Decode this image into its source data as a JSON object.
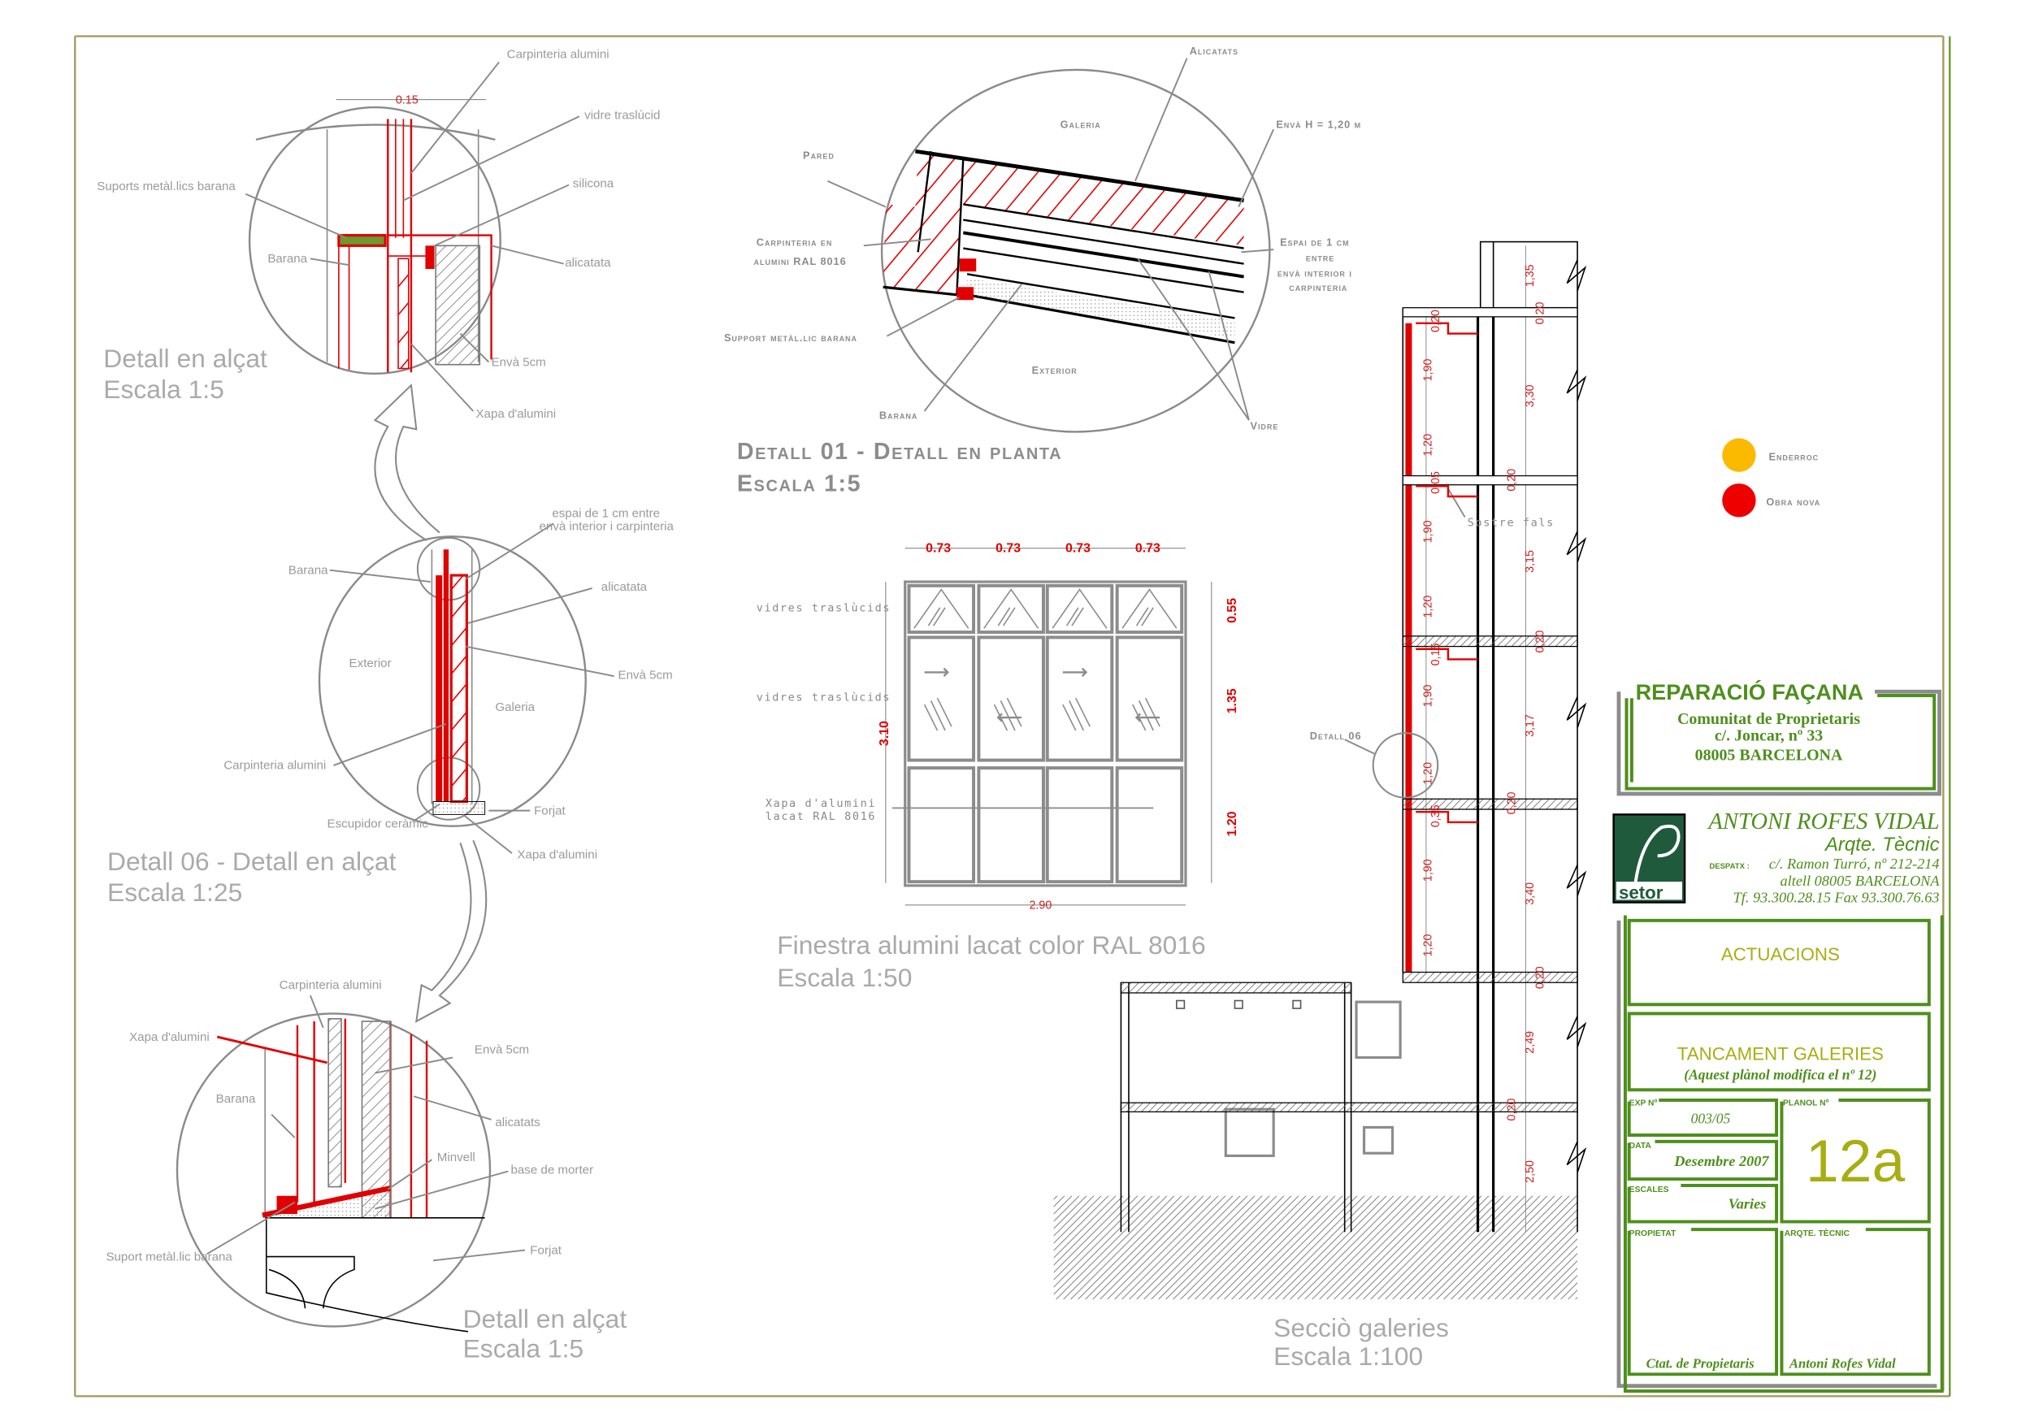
{
  "detail_top": {
    "labels": [
      "Carpinteria alumini",
      "vidre traslùcid",
      "Suports metàl.lics barana",
      "silicona",
      "Barana",
      "alicatata",
      "Envà 5cm",
      "Xapa d'alumini"
    ],
    "dimension": "0.15",
    "title": "Detall en alçat",
    "scale": "Escala 1:5"
  },
  "detail_06": {
    "labels": [
      "espai de 1 cm entre",
      "envà interior i carpinteria",
      "Barana",
      "alicatata",
      "Exterior",
      "Galeria",
      "Envà 5cm",
      "Carpinteria alumini",
      "Forjat",
      "Escupidor ceràmic",
      "Xapa d'alumini"
    ],
    "title": "Detall 06 - Detall en alçat",
    "scale": "Escala 1:25"
  },
  "detail_bottom": {
    "labels": [
      "Carpinteria alumini",
      "Xapa d'alumini",
      "Envà 5cm",
      "Barana",
      "alicatats",
      "Minvell",
      "base de morter",
      "Suport metàl.lic barana",
      "Forjat"
    ],
    "title": "Detall en alçat",
    "scale": "Escala 1:5"
  },
  "detail_01": {
    "labels": [
      "Alicatats",
      "Galeria",
      "Envà H = 1,20 m",
      "Pared",
      "Carpinteria en",
      "alumini RAL 8016",
      "Espai de 1 cm",
      "entre",
      "envà interior i",
      "carpinteria",
      "Support metàl.lic barana",
      "Exterior",
      "Barana",
      "Vidre"
    ],
    "title": "Detall 01 - Detall en planta",
    "scale": "Escala 1:5"
  },
  "window": {
    "labels": [
      "vidres traslùcids",
      "vidres traslùcids",
      "Xapa d'alumini",
      "lacat RAL 8016"
    ],
    "widths": [
      "0.73",
      "0.73",
      "0.73",
      "0.73"
    ],
    "heights": [
      "0.55",
      "1.35",
      "1.20"
    ],
    "total_height": "3.10",
    "total_width": "2.90",
    "title": "Finestra alumini lacat color RAL 8016",
    "scale": "Escala 1:50"
  },
  "section": {
    "outer_dims": [
      "1,35",
      "0,20",
      "3,30",
      "0,20",
      "3,15",
      "0,20",
      "3,17",
      "0,20",
      "3,40",
      "0,20",
      "2,49",
      "0,20",
      "2,50"
    ],
    "inner_dims": [
      "0,20",
      "1,90",
      "1,20",
      "0,05",
      "1,90",
      "1,20",
      "0,15",
      "1,90",
      "1,20",
      "0,35",
      "1,90",
      "1,20"
    ],
    "false_ceiling": "Sostre fals",
    "detail_ref": "Detall 06",
    "title": "Secciò galeries",
    "scale": "Escala 1:100"
  },
  "legend": {
    "items": [
      {
        "label": "Enderroc",
        "color": "#fbb900"
      },
      {
        "label": "Obra nova",
        "color": "#ee0000"
      }
    ]
  },
  "title_block": {
    "project": "REPARACIÓ FAÇANA",
    "client_lines": [
      "Comunitat de Proprietaris",
      "c/. Joncar, nº 33",
      "08005  BARCELONA"
    ],
    "logo_text": "setor",
    "architect": "ANTONI ROFES VIDAL",
    "architect_role": "Arqte. Tècnic",
    "office_label": "DESPATX :",
    "office_address": "c/. Ramon Turró, nº 212-214",
    "office_city": "altell 08005 BARCELONA",
    "phone_fax": "Tf. 93.300.28.15   Fax 93.300.76.63",
    "actuacions": "ACTUACIONS",
    "subject": "TANCAMENT GALERIES",
    "subject_note": "(Aquest plànol modifica el nº 12)",
    "exp_label": "EXP Nº",
    "exp_value": "003/05",
    "date_label": "DATA",
    "date_value": "Desembre 2007",
    "scales_label": "ESCALES",
    "scales_value": "Varies",
    "plan_label": "PLANOL Nº",
    "plan_value": "12a",
    "owner_label": "PROPIETAT",
    "owner_value": "Ctat. de Propietaris",
    "tech_label": "ARQTE. TÈCNIC",
    "tech_value": "Antoni Rofes Vidal"
  }
}
